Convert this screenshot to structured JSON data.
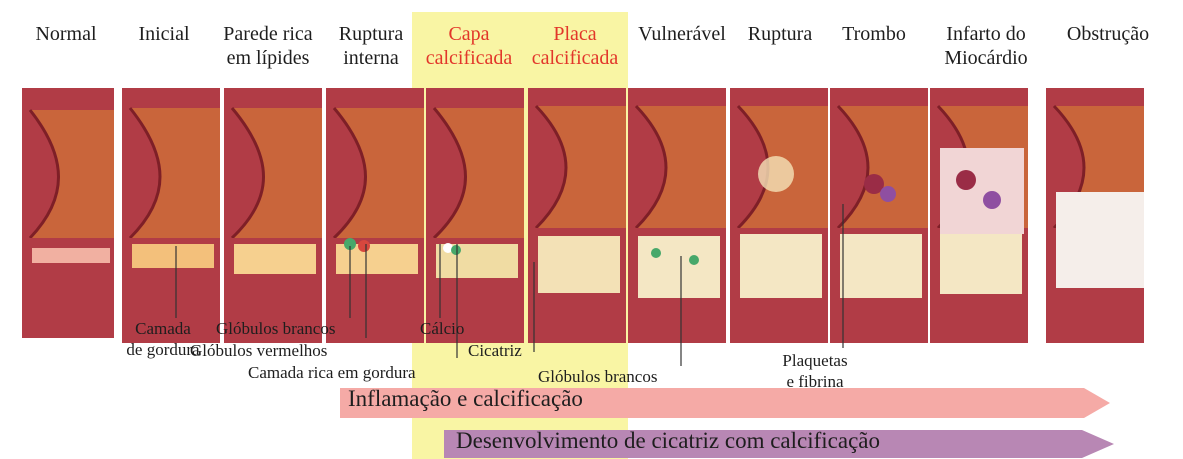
{
  "stages": [
    {
      "label": "Normal"
    },
    {
      "label": "Inicial"
    },
    {
      "label": "Parede rica\nem lípides"
    },
    {
      "label": "Ruptura\ninterna"
    },
    {
      "label": "Capa\ncalcificada"
    },
    {
      "label": "Placa\ncalcificada"
    },
    {
      "label": "Vulnerável"
    },
    {
      "label": "Ruptura"
    },
    {
      "label": "Trombo"
    },
    {
      "label": "Infarto do\nMiocárdio"
    },
    {
      "label": "Obstrução"
    }
  ],
  "annotations": {
    "camada_gordura": "Camada\nde gordura",
    "globulos_brancos_1": "Glóbulos brancos",
    "globulos_vermelhos": "Glóbulos vermelhos",
    "camada_rica": "Camada rica em gordura",
    "calcio": "Cálcio",
    "cicatriz": "Cicatriz",
    "globulos_brancos_2": "Glóbulos brancos",
    "plaquetas": "Plaquetas\ne fibrina"
  },
  "arrows": {
    "inflamacao": "Inflamação e calcificação",
    "cicatriz_dev": "Desenvolvimento de cicatriz com calcificação"
  },
  "colors": {
    "highlight": "#f9f5a4",
    "highlight_labels": "#e2362a",
    "arrow_inflamacao": "#f5aaa6",
    "arrow_cicatriz": "#b887b4"
  }
}
